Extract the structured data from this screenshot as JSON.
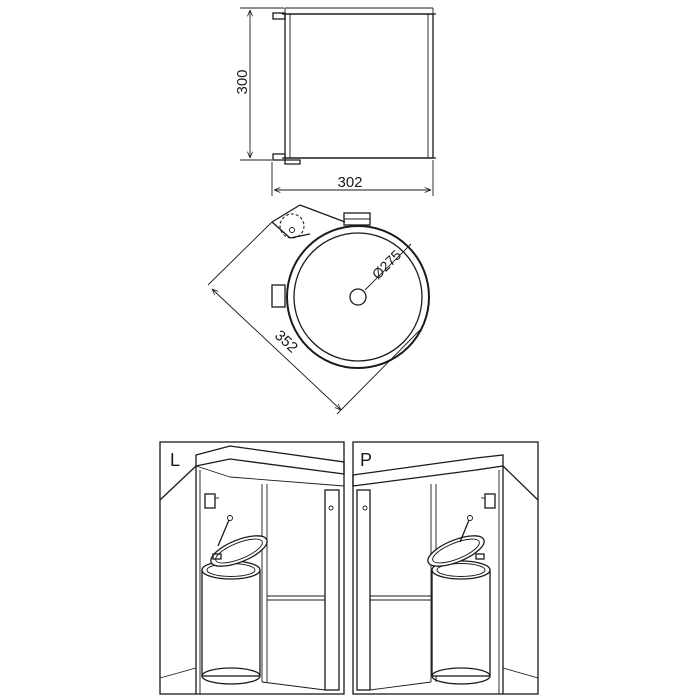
{
  "dimensions": {
    "height": "300",
    "width": "302",
    "diameter": "Ø275",
    "diagonal": "352"
  },
  "panels": {
    "left_label": "L",
    "right_label": "P"
  },
  "colors": {
    "line": "#1a1a1a",
    "background": "#ffffff"
  }
}
